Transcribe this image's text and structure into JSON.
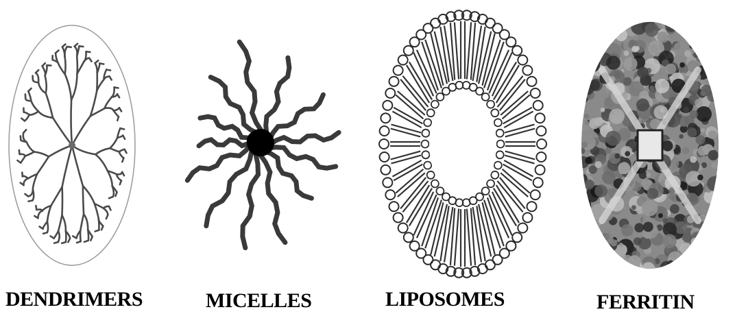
{
  "figure": {
    "panels": [
      {
        "label": "DENDRIMERS"
      },
      {
        "label": "MICELLES"
      },
      {
        "label": "LIPOSOMES"
      },
      {
        "label": "FERRITIN"
      }
    ],
    "colors": {
      "ink": "#3a3a3a",
      "dark": "#000000",
      "background": "#ffffff"
    }
  }
}
